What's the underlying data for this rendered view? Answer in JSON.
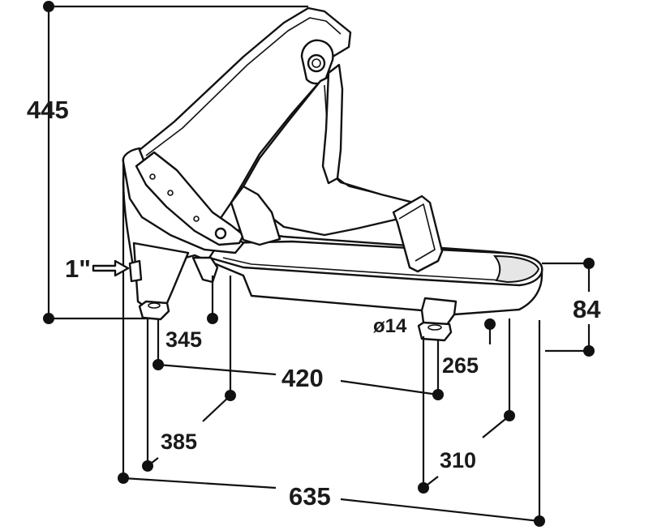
{
  "dimensions": {
    "height": "445",
    "inlet": "1\"",
    "front_width": "345",
    "rear_width": "420",
    "foot_depth": "385",
    "bolt_hole": "ø14",
    "foot_spacing": "265",
    "bowl_depth": "310",
    "bowl_height": "84",
    "total_length": "635"
  },
  "colors": {
    "line": "#111111",
    "fill": "#ffffff",
    "shade": "#e6e6e6"
  }
}
